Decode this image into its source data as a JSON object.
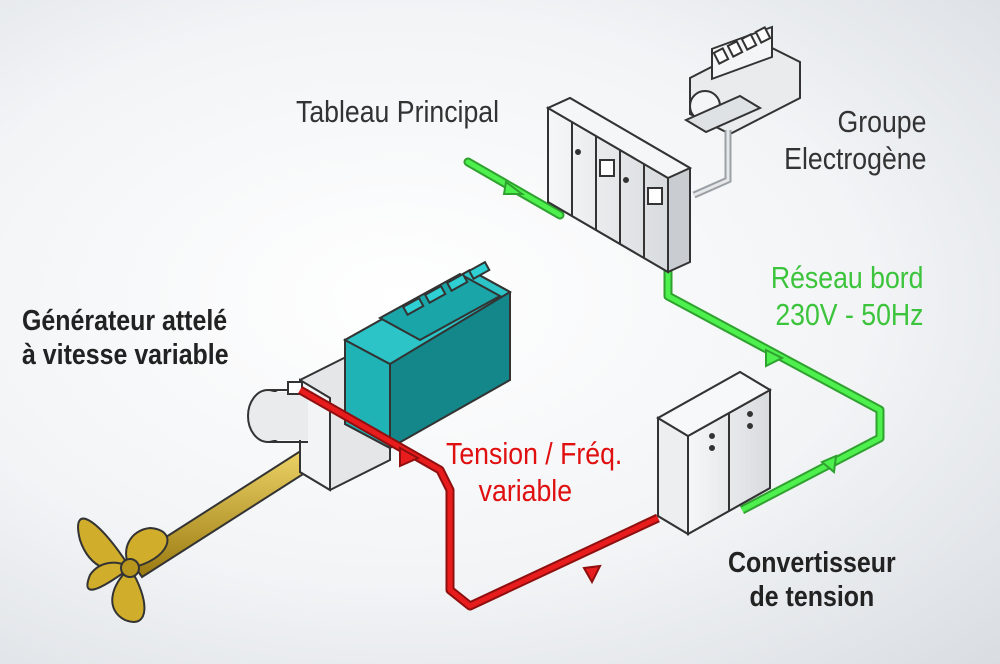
{
  "labels": {
    "tableau": "Tableau Principal",
    "groupe_l1": "Groupe",
    "groupe_l2": "Electrogène",
    "reseau_l1": "Réseau bord",
    "reseau_l2": "230V - 50Hz",
    "generateur_l1": "Générateur attelé",
    "generateur_l2": "à vitesse variable",
    "tension_l1": "Tension / Fréq.",
    "tension_l2": "variable",
    "convertisseur_l1": "Convertisseur",
    "convertisseur_l2": "de tension"
  },
  "colors": {
    "network_line": "#3de03d",
    "variable_line": "#e01a1a",
    "engine": "#1aa5a8",
    "shaft": "#c9a41f",
    "propeller": "#c9a41f",
    "cabinet": "#eceef0"
  }
}
